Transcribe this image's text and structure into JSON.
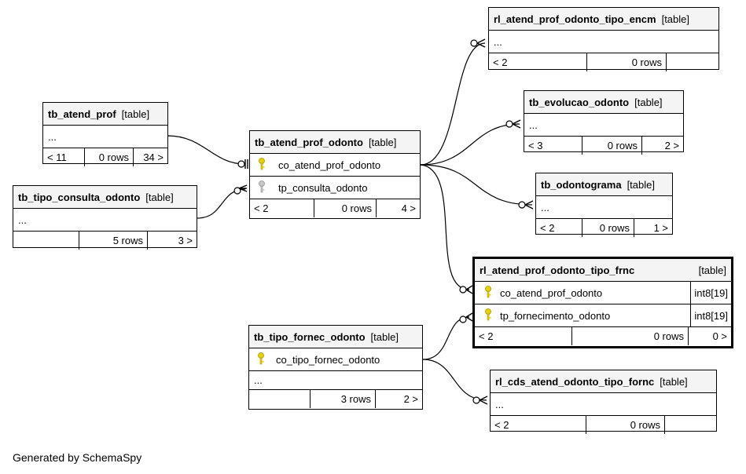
{
  "tables": {
    "rl_atend_prof_odonto_tipo_encm": {
      "name": "rl_atend_prof_odonto_tipo_encm",
      "type": "[table]",
      "ellipsis": "...",
      "parents": "< 2",
      "rows": "0 rows",
      "children": ""
    },
    "tb_evolucao_odonto": {
      "name": "tb_evolucao_odonto",
      "type": "[table]",
      "ellipsis": "...",
      "parents": "< 3",
      "rows": "0 rows",
      "children": "2 >"
    },
    "tb_odontograma": {
      "name": "tb_odontograma",
      "type": "[table]",
      "ellipsis": "...",
      "parents": "< 2",
      "rows": "0 rows",
      "children": "1 >"
    },
    "tb_atend_prof": {
      "name": "tb_atend_prof",
      "type": "[table]",
      "ellipsis": "...",
      "parents": "< 11",
      "rows": "0 rows",
      "children": "34 >"
    },
    "tb_atend_prof_odonto": {
      "name": "tb_atend_prof_odonto",
      "type": "[table]",
      "columns": [
        "co_atend_prof_odonto",
        "tp_consulta_odonto"
      ],
      "parents": "< 2",
      "rows": "0 rows",
      "children": "4 >"
    },
    "tb_tipo_consulta_odonto": {
      "name": "tb_tipo_consulta_odonto",
      "type": "[table]",
      "ellipsis": "...",
      "parents": "",
      "rows": "5 rows",
      "children": "3 >"
    },
    "rl_atend_prof_odonto_tipo_frnc": {
      "name": "rl_atend_prof_odonto_tipo_frnc",
      "type": "[table]",
      "columns": [
        {
          "name": "co_atend_prof_odonto",
          "type": "int8[19]"
        },
        {
          "name": "tp_fornecimento_odonto",
          "type": "int8[19]"
        }
      ],
      "parents": "< 2",
      "rows": "0 rows",
      "children": "0 >"
    },
    "tb_tipo_fornec_odonto": {
      "name": "tb_tipo_fornec_odonto",
      "type": "[table]",
      "columns": [
        "co_tipo_fornec_odonto"
      ],
      "ellipsis": "...",
      "parents": "",
      "rows": "3 rows",
      "children": "2 >"
    },
    "rl_cds_atend_odonto_tipo_fornc": {
      "name": "rl_cds_atend_odonto_tipo_fornc",
      "type": "[table]",
      "ellipsis": "...",
      "parents": "< 2",
      "rows": "0 rows",
      "children": ""
    }
  },
  "footer": {
    "generated_by": "Generated by SchemaSpy"
  },
  "colors": {
    "header_bg": "#f4f4f4",
    "key_primary": "#e6d200",
    "key_foreign": "#c0c0c0"
  },
  "icons": {
    "primary_key": "key-icon",
    "foreign_key": "foreign-key-icon"
  }
}
